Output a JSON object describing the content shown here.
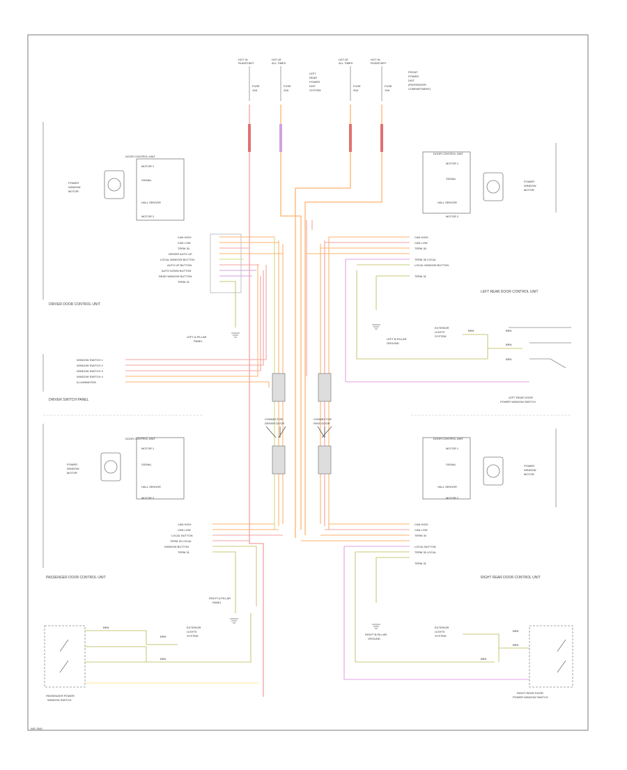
{
  "diagram": {
    "footer_code": "WD 7640",
    "fuses": [
      {
        "line1": "HOT IN",
        "line2": "RUN/START",
        "fuse": "FUSE",
        "amps": "10A"
      },
      {
        "line1": "HOT AT",
        "line2": "ALL TIMES",
        "fuse": "FUSE",
        "amps": "20A"
      },
      {
        "line1": "HOT AT",
        "line2": "ALL TIMES",
        "fuse": "FUSE",
        "amps": "20A"
      },
      {
        "line1": "HOT IN",
        "line2": "RUN/START",
        "fuse": "FUSE",
        "amps": "10A"
      }
    ],
    "fuse_box_left": [
      "LEFT",
      "REAR",
      "POWER",
      "DIST",
      "SYSTEM"
    ],
    "fuse_box_right": [
      "FRONT",
      "POWER",
      "DIST",
      "(PASSENGER",
      "COMPARTMENT)"
    ],
    "door_module_label": "DOOR CONTROL UNIT",
    "door_module_pins": [
      "MOTOR 1",
      "SIGNAL",
      "HALL SENSOR",
      "MOTOR 2"
    ],
    "window_motor_label": [
      "POWER",
      "WINDOW",
      "MOTOR"
    ],
    "driver_section": "DRIVER DOOR CONTROL UNIT",
    "driver_pin_labels": [
      "CAN HIGH",
      "CAN LOW",
      "TERM 30",
      "DRIVER AUTO UP",
      "LOCAL WINDOW BUTTON",
      "AUTO UP BUTTON",
      "AUTO DOWN BUTTON",
      "REAR WINDOW BUTTON",
      "TERM 31"
    ],
    "driver_ground_label": [
      "LEFT A-PILLAR",
      "PANEL"
    ],
    "switch_panel_section": "DRIVER SWITCH PANEL",
    "switch_panel_labels": [
      "WINDOW SWITCH 1",
      "WINDOW SWITCH 2",
      "WINDOW SWITCH 3",
      "WINDOW SWITCH 4",
      "ILLUMINATION"
    ],
    "passenger_section": "PASSENGER DOOR CONTROL UNIT",
    "passenger_pin_labels": [
      "CAN HIGH",
      "CAN LOW",
      "LOCAL BUTTON",
      "TERM 30 LOCAL",
      "WINDOW BUTTON",
      "TERM 31"
    ],
    "passenger_ground_label": [
      "RIGHT A-PILLAR",
      "PANEL"
    ],
    "passenger_switch_label": [
      "PASSENGER POWER",
      "WINDOW SWITCH"
    ],
    "lr_section": "LEFT REAR DOOR CONTROL UNIT",
    "lr_pin_labels": [
      "CAN HIGH",
      "CAN LOW",
      "TERM 30",
      "TERM 30 LOCAL",
      "LOCAL WINDOW BUTTON",
      "TERM 31"
    ],
    "lr_ground_label": [
      "LEFT B-PILLAR",
      "GROUND"
    ],
    "lr_switch_label": [
      "LEFT REAR DOOR",
      "POWER WINDOW SWITCH"
    ],
    "rr_section": "RIGHT REAR DOOR CONTROL UNIT",
    "rr_pin_labels": [
      "CAN HIGH",
      "CAN LOW",
      "TERM 30",
      "LOCAL BUTTON",
      "TERM 30 LOCAL",
      "TERM 31"
    ],
    "rr_ground_label": [
      "RIGHT B-PILLAR",
      "GROUND"
    ],
    "rr_switch_label": [
      "RIGHT REAR DOOR",
      "POWER WINDOW SWITCH"
    ],
    "illum_label": [
      "EXTERIOR",
      "LIGHTS",
      "SYSTEM"
    ],
    "connector_labels": [
      "CONNECTOR",
      "DRIVER DOOR"
    ],
    "connector_labels_r": [
      "CONNECTOR",
      "PASS DOOR"
    ],
    "wire_brn": "BRN"
  }
}
